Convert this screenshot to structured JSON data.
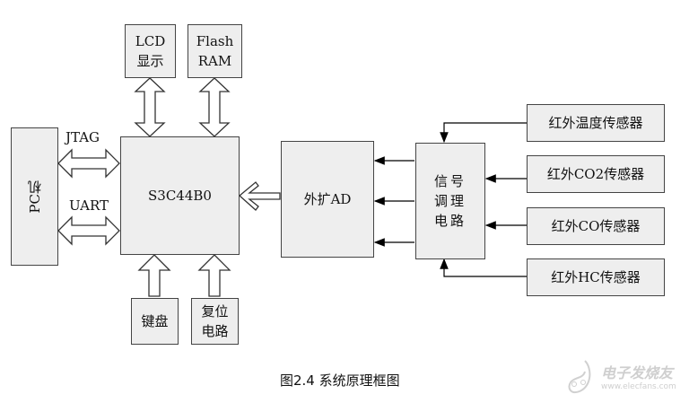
{
  "diagram": {
    "blocks": {
      "pc": "PC机",
      "mcu": "S3C44B0",
      "lcd": [
        "LCD",
        "显示"
      ],
      "flash": [
        "Flash",
        "RAM"
      ],
      "keyboard": "键盘",
      "reset": [
        "复位",
        "电路"
      ],
      "adc": "外扩AD",
      "signal": [
        "信号",
        "调理",
        "电路"
      ],
      "sensors": [
        "红外温度传感器",
        "红外CO2传感器",
        "红外CO传感器",
        "红外HC传感器"
      ]
    },
    "links": {
      "jtag": "JTAG",
      "uart": "UART"
    },
    "caption": "图2.4  系统原理框图",
    "watermark": {
      "logo_text": "电子发烧友",
      "url": "www.elecfans.com"
    }
  }
}
